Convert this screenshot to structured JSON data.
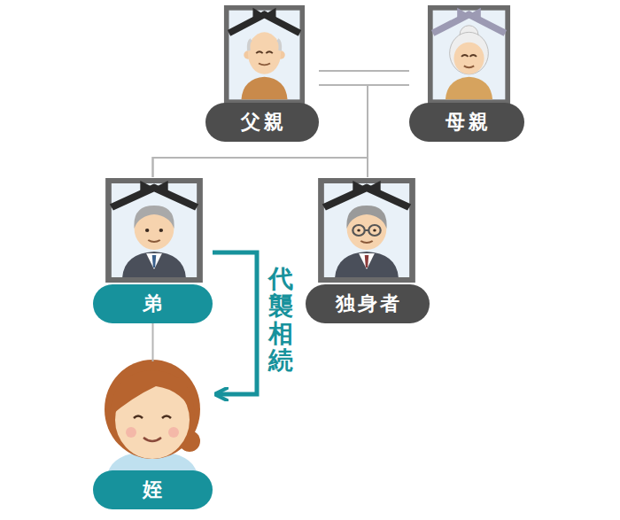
{
  "diagram": {
    "nodes": [
      {
        "text": [
          "父親"
        ]
      },
      {
        "text": [
          "母親"
        ]
      },
      {
        "text": [
          "弟"
        ]
      },
      {
        "text": [
          "独身者"
        ]
      },
      {
        "text": [
          "姪"
        ]
      }
    ],
    "edges": [
      {
        "from": 0,
        "to": 1,
        "arrow": "none"
      },
      {
        "from": 0,
        "to": 2,
        "arrow": "none"
      },
      {
        "from": 0,
        "to": 3,
        "arrow": "none"
      },
      {
        "from": 1,
        "to": 2,
        "arrow": "none"
      },
      {
        "from": 1,
        "to": 3,
        "arrow": "none"
      },
      {
        "from": 2,
        "to": 4,
        "arrow": "none"
      },
      {
        "from": 2,
        "to": 4,
        "arrow": "to",
        "label": "代襲相続"
      }
    ]
  }
}
